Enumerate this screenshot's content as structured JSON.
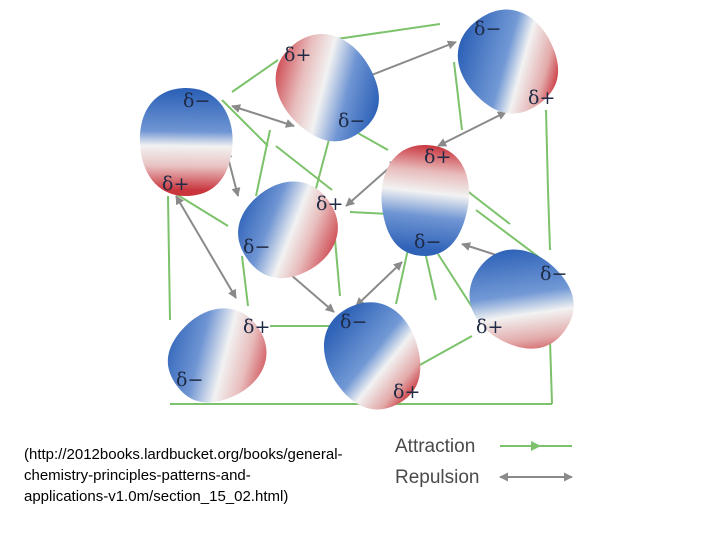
{
  "labels": {
    "delta_minus": "δ−",
    "delta_plus": "δ+"
  },
  "legend": {
    "attraction": "Attraction",
    "repulsion": "Repulsion"
  },
  "caption": "(http://2012books.lardbucket.org/books/general-chemistry-principles-patterns-and-applications-v1.0m/section_15_02.html)",
  "colors": {
    "attraction": "#7cc26b",
    "repulsion": "#8a8a8a",
    "negative": "#2f63b8",
    "positive": "#c9343d"
  }
}
